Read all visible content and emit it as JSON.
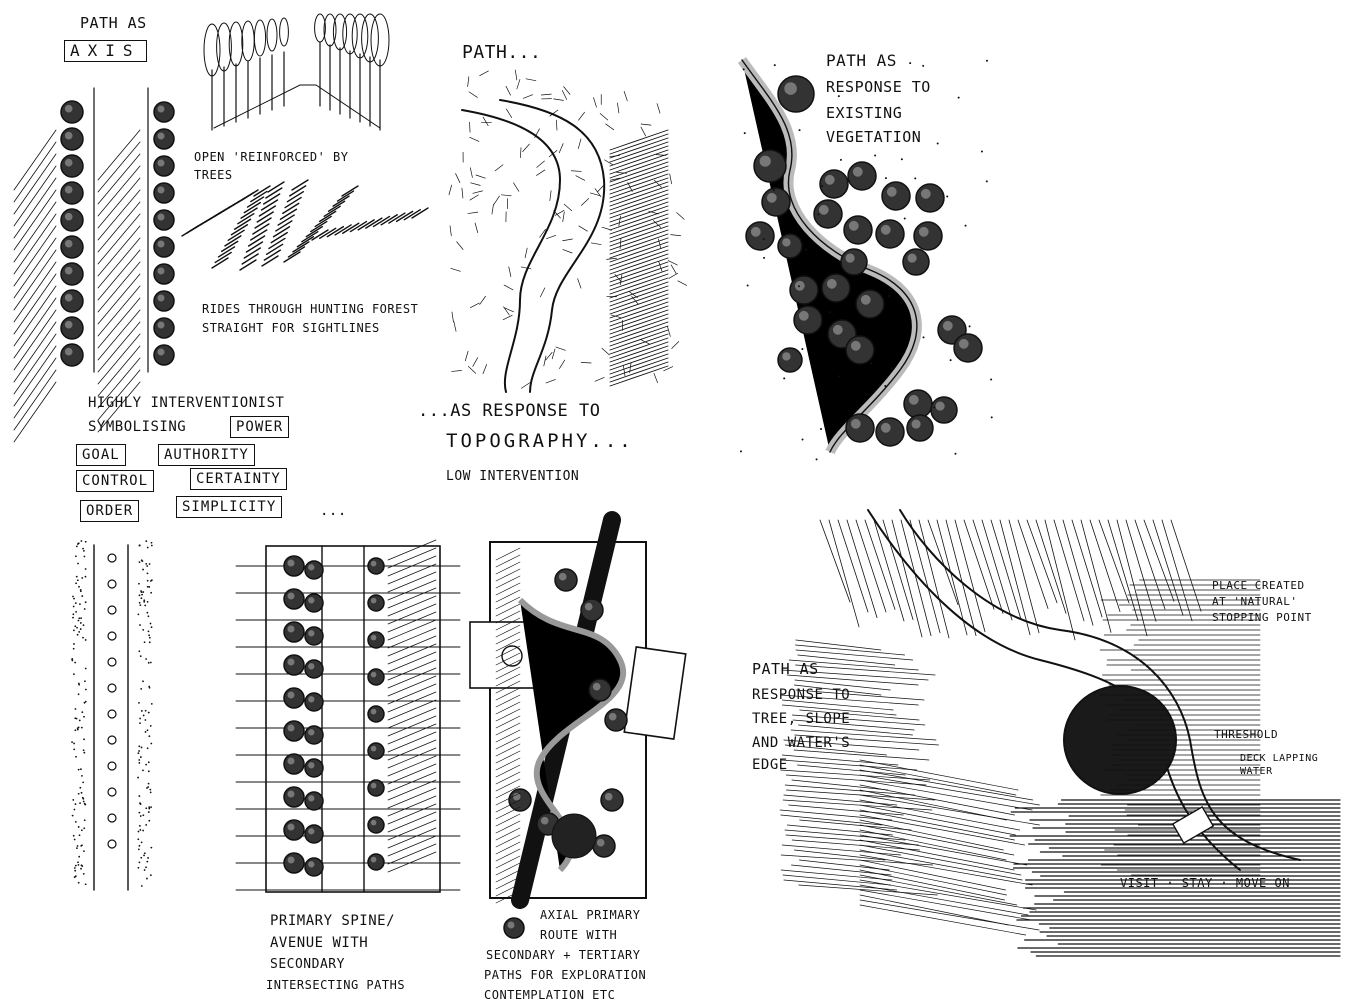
{
  "sketch1": {
    "title_top": "PATH AS",
    "title_box": "AXIS",
    "tree_label": "OPEN 'REINFORCED' BY TREES",
    "rides_label": "RIDES THROUGH HUNTING FOREST STRAIGHT FOR SIGHTLINES",
    "intervention_line1": "HIGHLY INTERVENTIONIST",
    "intervention_line2": "SYMBOLISING",
    "keywords": [
      "POWER",
      "GOAL",
      "AUTHORITY",
      "CONTROL",
      "CERTAINTY",
      "ORDER",
      "SIMPLICITY"
    ],
    "ellipsis": "..."
  },
  "sketch2": {
    "title": "PATH...",
    "caption_line1": "...AS RESPONSE TO",
    "caption_line2": "TOPOGRAPHY...",
    "caption_line3": "LOW INTERVENTION"
  },
  "sketch3": {
    "title_line1": "PATH AS",
    "title_line2": "RESPONSE TO",
    "title_line3": "EXISTING",
    "title_line4": "VEGETATION"
  },
  "sketch4": {
    "caption_line1": "PRIMARY SPINE/",
    "caption_line2": "AVENUE WITH",
    "caption_line3": "SECONDARY",
    "caption_line4": "INTERSECTING PATHS"
  },
  "sketch5": {
    "caption_line1": "AXIAL PRIMARY",
    "caption_line2": "ROUTE WITH",
    "caption_line3": "SECONDARY + TERTIARY",
    "caption_line4": "PATHS FOR EXPLORATION",
    "caption_line5": "CONTEMPLATION ETC"
  },
  "sketch6": {
    "title_line1": "PATH AS",
    "title_line2": "RESPONSE TO",
    "title_line3": "TREE, SLOPE",
    "title_line4": "AND WATER'S",
    "title_line5": "EDGE",
    "place_label": "PLACE CREATED AT 'NATURAL' STOPPING POINT",
    "threshold_label": "THRESHOLD",
    "deck_label": "DECK LAPPING WATER",
    "visit_label": "VISIT · STAY · MOVE ON"
  }
}
